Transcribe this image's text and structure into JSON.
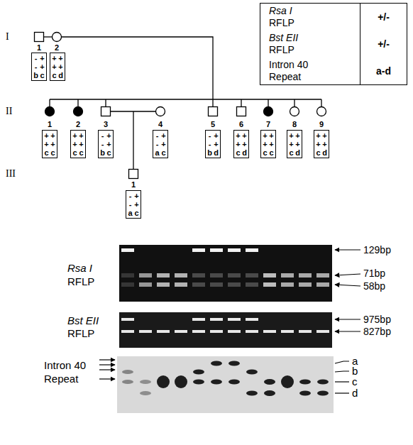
{
  "diagram": {
    "nodes": [
      {
        "text": [
          "Rsa I",
          "RFLP",
          "+/-",
          "Bst EII",
          "RFLP",
          "+/-",
          "Intron 40 Repeat",
          "a-d"
        ]
      },
      {
        "text": [
          "-",
          "+",
          "-",
          "+",
          "b",
          "c"
        ]
      },
      {
        "text": [
          "+",
          "+",
          "+",
          "+",
          "c",
          "d"
        ]
      },
      {
        "text": [
          "+",
          "+",
          "+",
          "+",
          "c",
          "c"
        ]
      },
      {
        "text": [
          "+",
          "+",
          "+",
          "+",
          "c",
          "c"
        ]
      },
      {
        "text": [
          "-",
          "+",
          "-",
          "+",
          "b",
          "c"
        ]
      },
      {
        "text": [
          "-",
          "+",
          "-",
          "+",
          "a",
          "c"
        ]
      },
      {
        "text": [
          "-",
          "+",
          "-",
          "+",
          "b",
          "d"
        ]
      },
      {
        "text": [
          "+",
          "+",
          "+",
          "+",
          "c",
          "d"
        ]
      },
      {
        "text": [
          "+",
          "+",
          "+",
          "+",
          "c",
          "c"
        ]
      },
      {
        "text": [
          "+",
          "+",
          "+",
          "+",
          "c",
          "d"
        ]
      },
      {
        "text": [
          "+",
          "+",
          "+",
          "+",
          "c",
          "d"
        ]
      },
      {
        "text": [
          "-",
          "+",
          "-",
          "+",
          "a",
          "c"
        ]
      }
    ],
    "labels": [
      "I",
      "1",
      "2",
      "II",
      "1",
      "2",
      "3",
      "4",
      "5",
      "6",
      "7",
      "8",
      "9",
      "III",
      "1",
      "Rsa I",
      "RFLP",
      "129bp",
      "71bp",
      "58bp",
      "Bst EII",
      "RFLP",
      "975bp",
      "827bp",
      "Intron 40 Repeat",
      "a",
      "b",
      "c",
      "d"
    ]
  }
}
